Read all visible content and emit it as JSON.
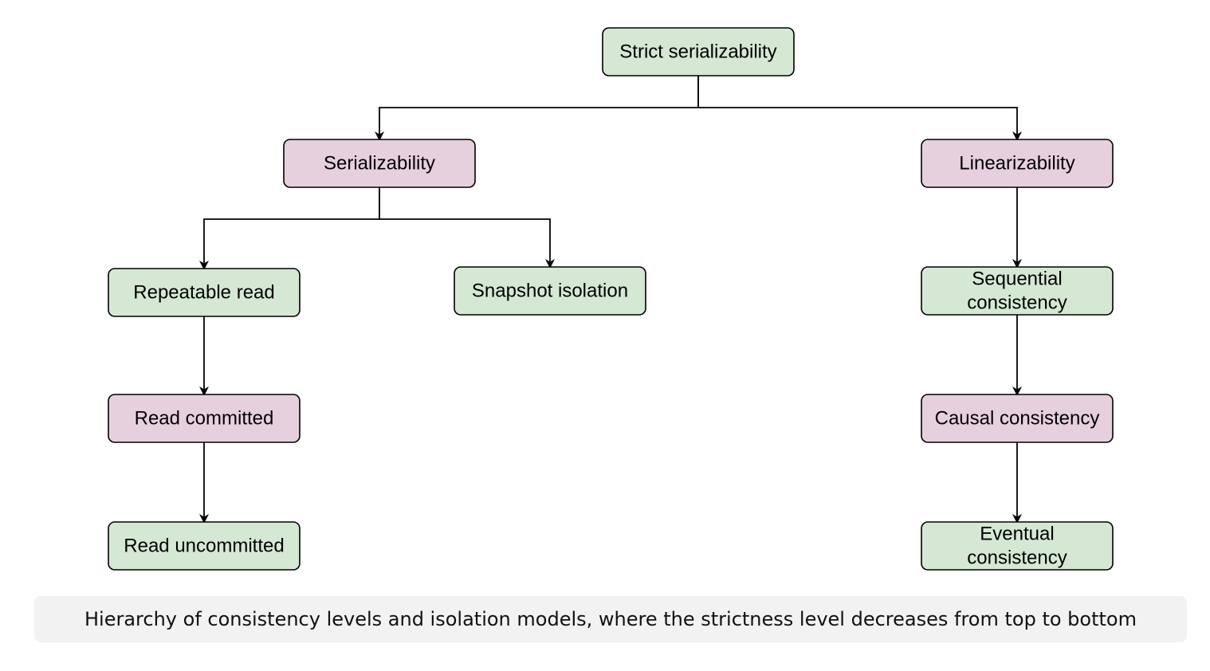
{
  "diagram": {
    "nodes": {
      "strict_serializability": {
        "lines": [
          "Strict serializability"
        ],
        "color": "#d5e8d4"
      },
      "serializability": {
        "lines": [
          "Serializability"
        ],
        "color": "#e6d0de"
      },
      "linearizability": {
        "lines": [
          "Linearizability"
        ],
        "color": "#e6d0de"
      },
      "repeatable_read": {
        "lines": [
          "Repeatable read"
        ],
        "color": "#d5e8d4"
      },
      "snapshot_isolation": {
        "lines": [
          "Snapshot isolation"
        ],
        "color": "#d5e8d4"
      },
      "sequential_consistency": {
        "lines": [
          "Sequential",
          "consistency"
        ],
        "color": "#d5e8d4"
      },
      "read_committed": {
        "lines": [
          "Read committed"
        ],
        "color": "#e6d0de"
      },
      "causal_consistency": {
        "lines": [
          "Causal consistency"
        ],
        "color": "#e6d0de"
      },
      "read_uncommitted": {
        "lines": [
          "Read uncommitted"
        ],
        "color": "#d5e8d4"
      },
      "eventual_consistency": {
        "lines": [
          "Eventual",
          "consistency"
        ],
        "color": "#d5e8d4"
      }
    },
    "edges": [
      {
        "from": "strict_serializability",
        "to": "serializability"
      },
      {
        "from": "strict_serializability",
        "to": "linearizability"
      },
      {
        "from": "serializability",
        "to": "repeatable_read"
      },
      {
        "from": "serializability",
        "to": "snapshot_isolation"
      },
      {
        "from": "linearizability",
        "to": "sequential_consistency"
      },
      {
        "from": "repeatable_read",
        "to": "read_committed"
      },
      {
        "from": "read_committed",
        "to": "read_uncommitted"
      },
      {
        "from": "sequential_consistency",
        "to": "causal_consistency"
      },
      {
        "from": "causal_consistency",
        "to": "eventual_consistency"
      }
    ]
  },
  "caption": "Hierarchy of consistency levels and isolation models, where the strictness level decreases from top to bottom"
}
